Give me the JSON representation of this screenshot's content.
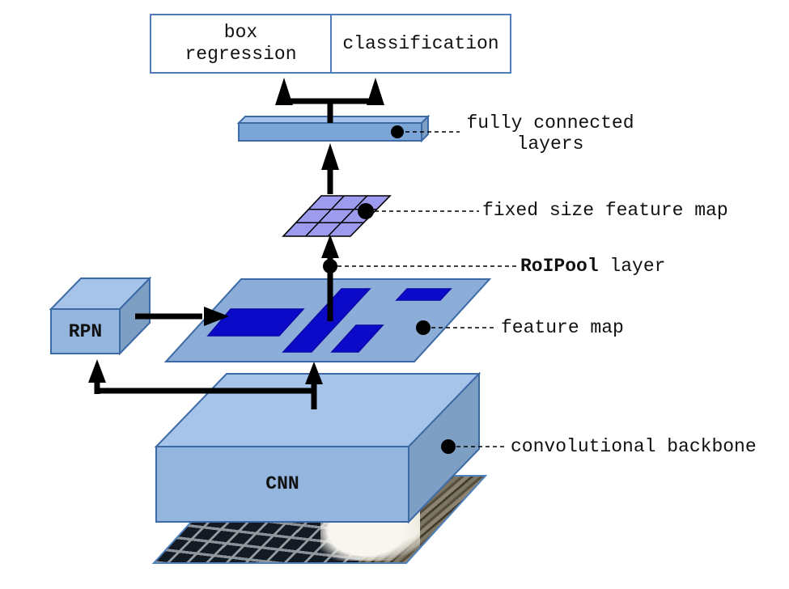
{
  "colors": {
    "shape-fill": "#94b6de",
    "shape-fill-light": "#a6c3e9",
    "shape-fill-dark": "#7e9fc4",
    "sheet-fill": "#8badd7",
    "slab-fill": "#7ba5d7",
    "grid-fill": "#9d9bee",
    "roi-fill": "#0a0ac8",
    "shape-stroke": "#3c6aa5",
    "photo-border": "#4f81bd",
    "outline-border": "#4f7cb8",
    "arrow-color": "#000000",
    "text-color": "#111111"
  },
  "output_box": {
    "box_regression_line1": "box",
    "box_regression_line2": "regression",
    "classification": "classification"
  },
  "blocks": {
    "rpn": "RPN",
    "cnn": "CNN"
  },
  "annotations": {
    "fully_connected_line1": "fully connected",
    "fully_connected_line2": "layers",
    "fixed_size_feature_map": "fixed size feature map",
    "roipool_bold": "RoIPool",
    "roipool_rest": " layer",
    "feature_map": "feature map",
    "convolutional_backbone": "convolutional backbone"
  }
}
